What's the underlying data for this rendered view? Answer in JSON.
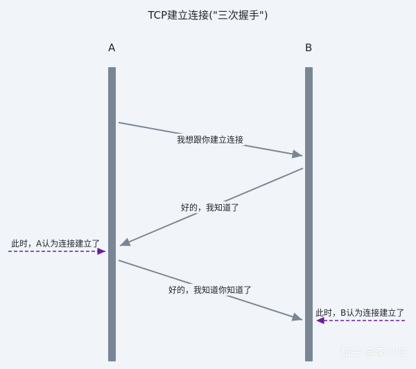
{
  "title": "TCP建立连接(\"三次握手\")",
  "nodes": {
    "a": "A",
    "b": "B"
  },
  "messages": [
    "我想跟你建立连接",
    "好的，我知道了",
    "好的，我知道你知道了"
  ],
  "notes": {
    "a": "此时，A认为连接建立了",
    "b": "此时，B认为连接建立了"
  },
  "watermark": "知乎 @李小四",
  "colors": {
    "background": "#f1f4f8",
    "lifeline": "#7a8694",
    "arrow": "#7a8694",
    "note_arrow": "#6b1a9c",
    "text": "#1f2328"
  }
}
